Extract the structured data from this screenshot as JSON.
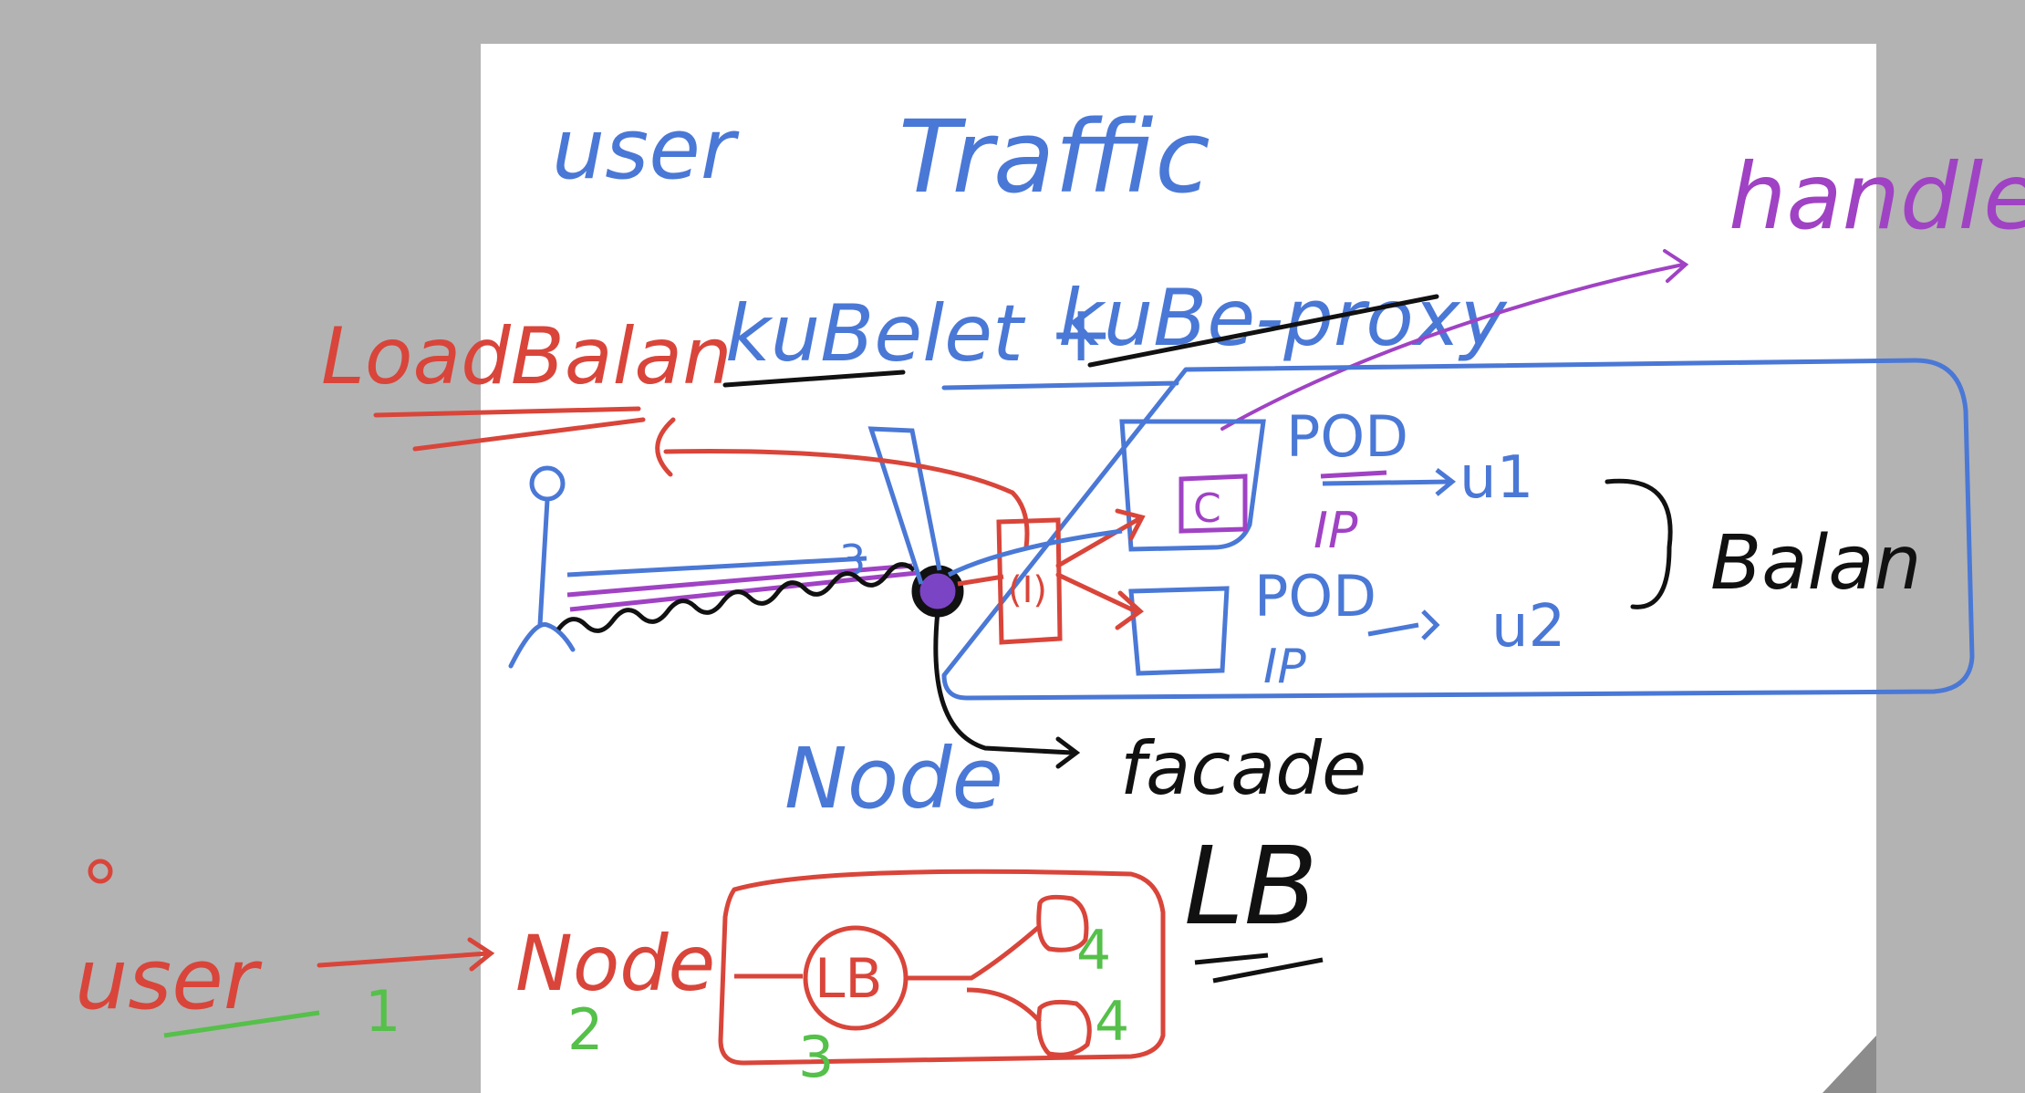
{
  "labels": {
    "title_user": "user",
    "title_traffic": "Traffic",
    "handle": "handle",
    "loadbalancer": "LoadBalan",
    "kubelet": "kuBelet +",
    "kubeproxy": "kuBe-proxy",
    "pod1": "POD",
    "pod2": "POD",
    "ip1": "IP",
    "ip2": "IP",
    "u1": "u1",
    "u2": "u2",
    "c_inner": "C",
    "balance": "Balan",
    "node": "Node",
    "facade": "facade",
    "lb_big": "LB",
    "user2": "user",
    "node2": "Node",
    "lb_circle": "LB",
    "num1": "1",
    "num2": "2",
    "num3": "3",
    "num4a": "4",
    "num4b": "4"
  },
  "colors": {
    "background": "#b3b3b3",
    "paper": "#ffffff",
    "blue": "#4a78d6",
    "red": "#d9453a",
    "purple": "#a042c4",
    "black": "#111111",
    "green": "#55c04a"
  }
}
